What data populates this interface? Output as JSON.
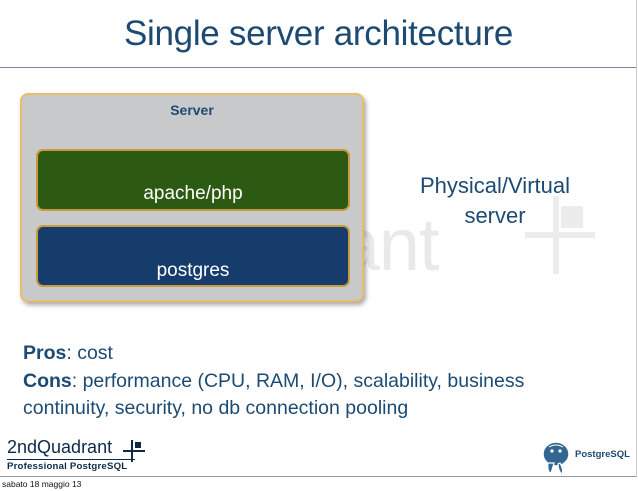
{
  "slide": {
    "title": "Single server architecture",
    "watermark_text": "rant",
    "diagram": {
      "server_label": "Server",
      "layers": [
        {
          "label": "apache/php",
          "color": "#2d5a12"
        },
        {
          "label": "postgres",
          "color": "#163c6b"
        }
      ],
      "side_label_line1": "Physical/Virtual",
      "side_label_line2": "server"
    },
    "pros": {
      "label": "Pros",
      "text": ": cost"
    },
    "cons": {
      "label": "Cons",
      "text": ": performance (CPU, RAM, I/O), scalability, business continuity, security, no db connection pooling"
    },
    "footer": {
      "company": "2ndQuadrant",
      "tagline": "Professional PostgreSQL",
      "postgres_logo_text": "PostgreSQL"
    }
  },
  "date": "sabato 18 maggio 13",
  "colors": {
    "title": "#1d4a73",
    "server_box": "#c8c9cb",
    "border_accent": "#e7be69"
  },
  "icons": [
    "2ndquadrant-logo-cross-icon",
    "postgresql-elephant-icon"
  ]
}
